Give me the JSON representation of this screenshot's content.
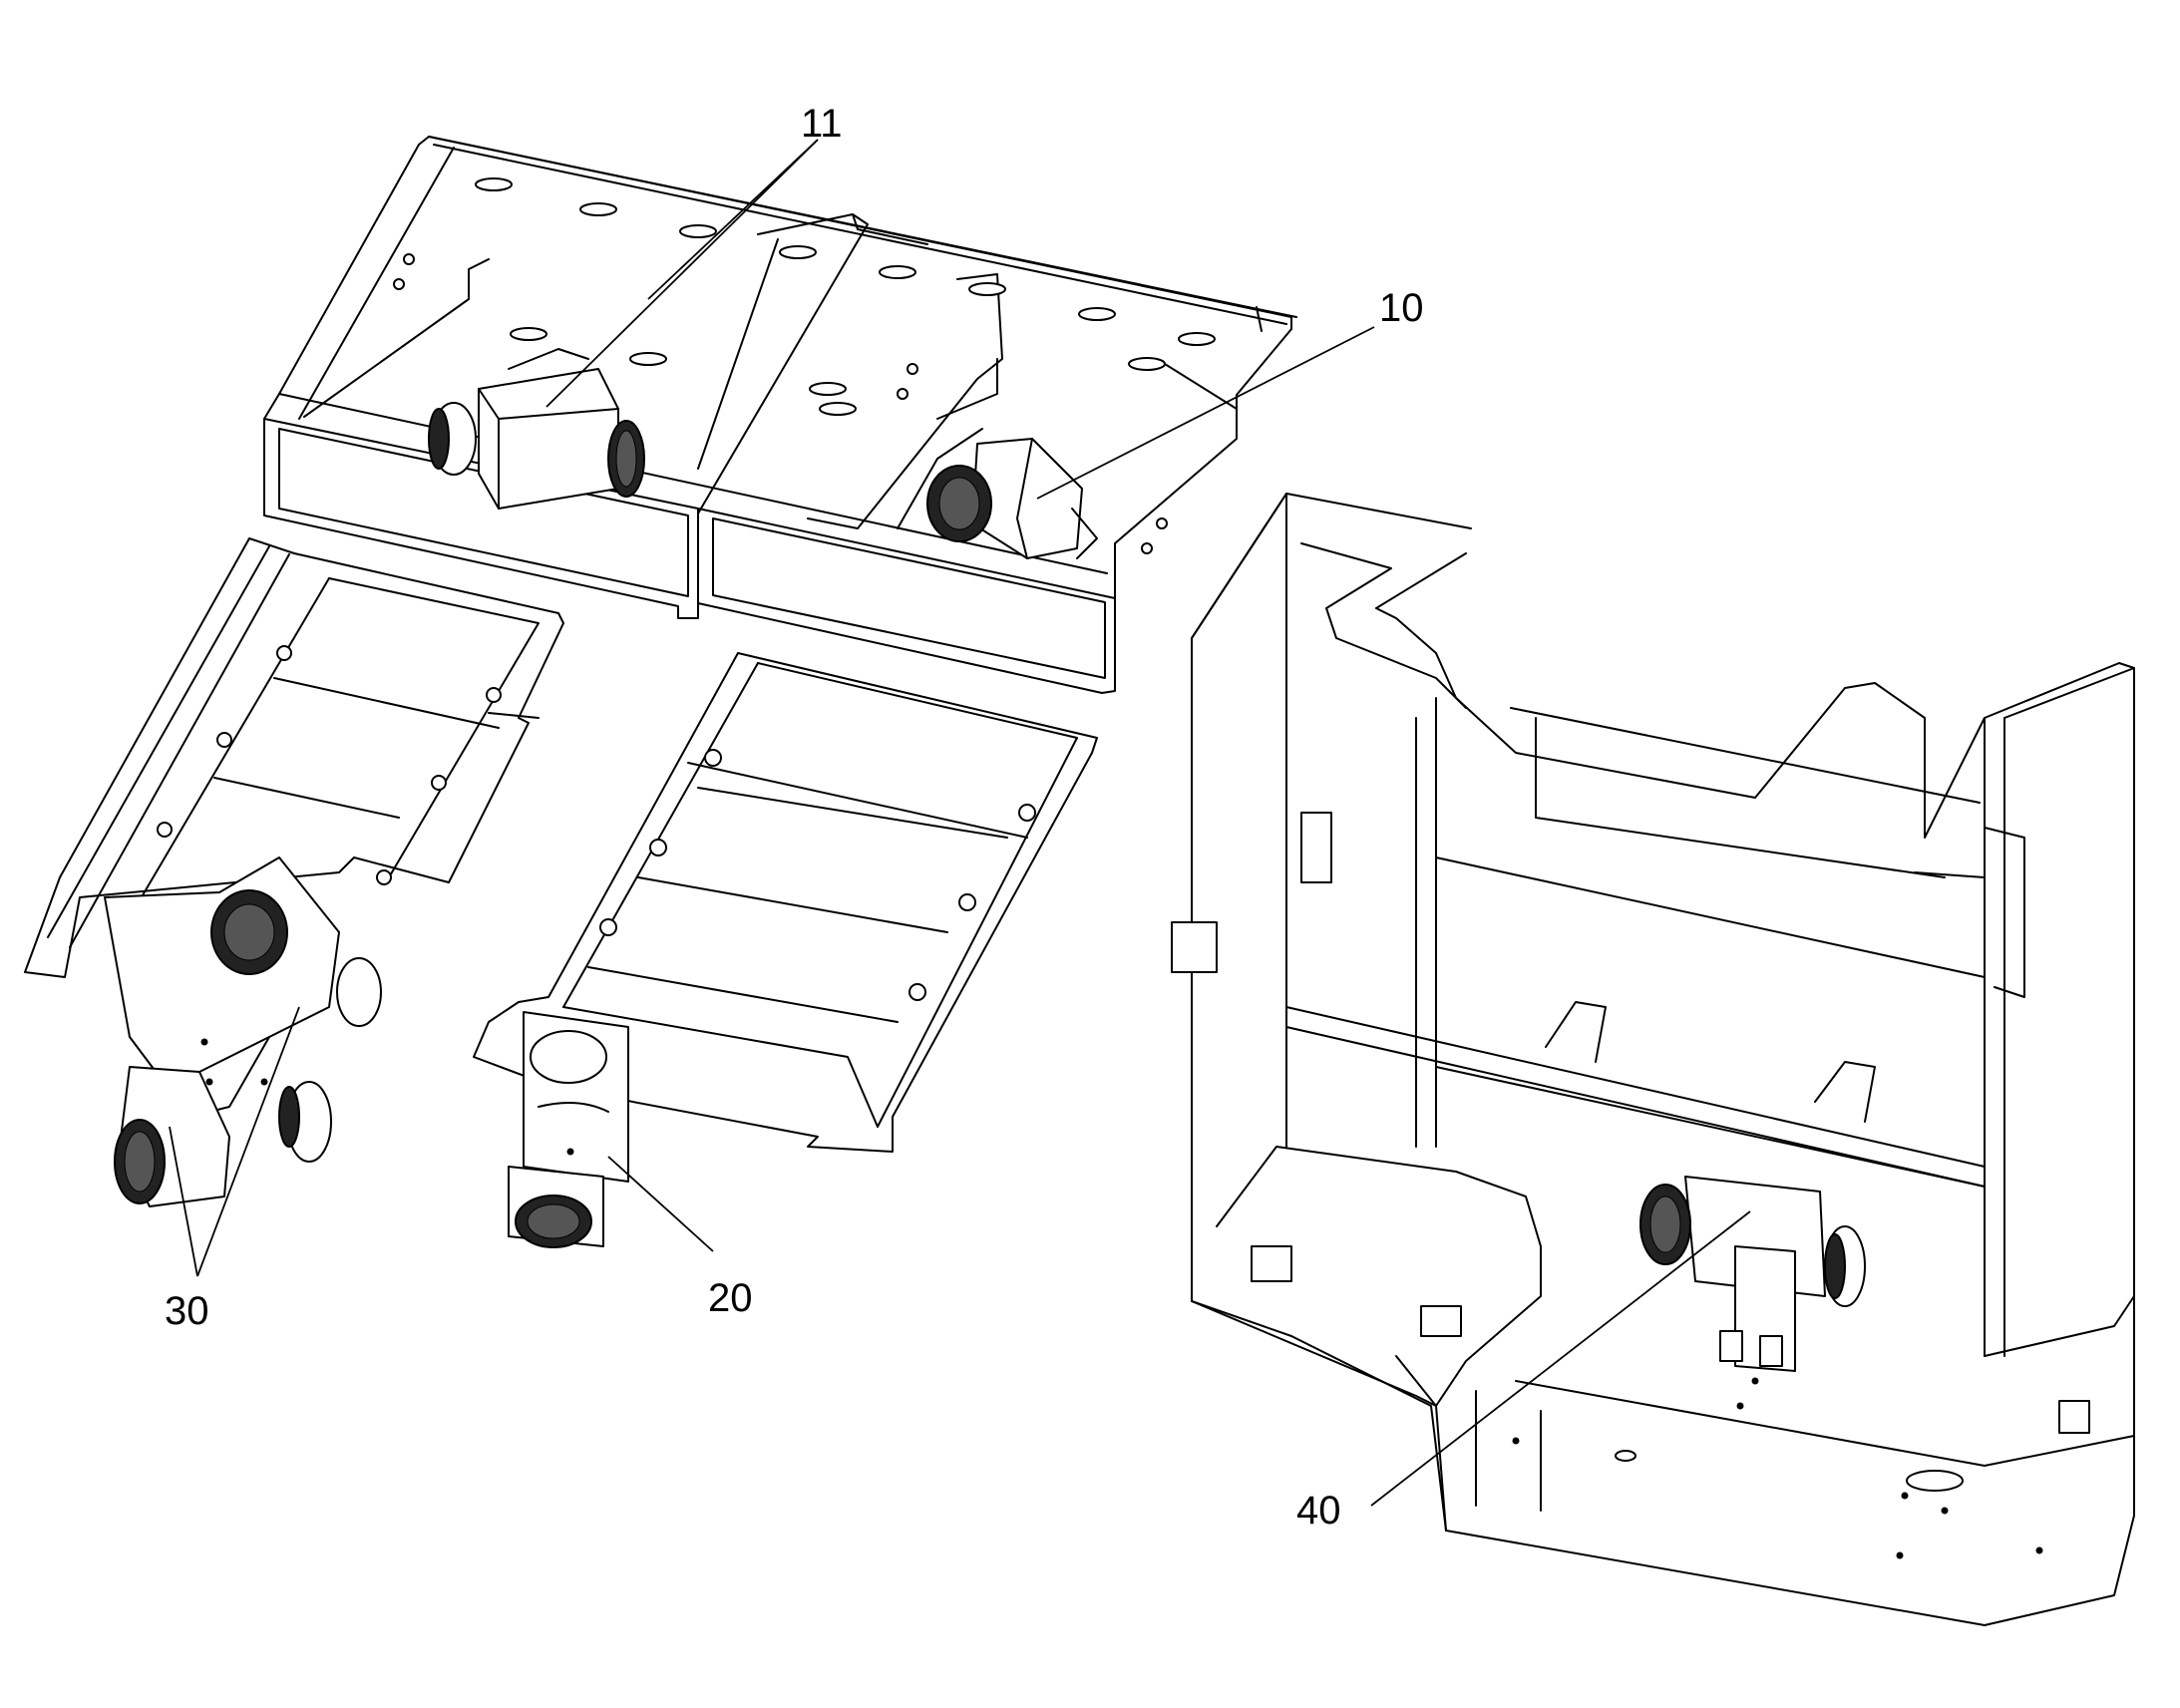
{
  "callouts": {
    "c11": "11",
    "c10": "10",
    "c20": "20",
    "c30": "30",
    "c40": "40"
  },
  "colors": {
    "line": "#000000",
    "background": "#ffffff"
  }
}
